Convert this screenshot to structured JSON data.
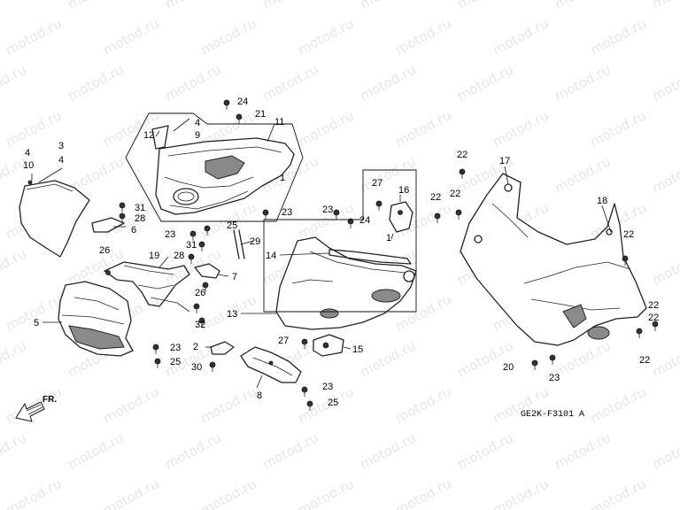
{
  "watermark": "motod.ru",
  "diagram_code": "GE2K-F3101 A",
  "front_arrow": "FR.",
  "callouts": {
    "c1": "1",
    "c2": "2",
    "c3": "3",
    "c4a": "4",
    "c4b": "4",
    "c4c": "4",
    "c5": "5",
    "c6": "6",
    "c7": "7",
    "c8": "8",
    "c9": "9",
    "c10": "10",
    "c11": "11",
    "c12": "12",
    "c13": "13",
    "c14": "14",
    "c15": "15",
    "c16": "16",
    "c17": "17",
    "c18": "18",
    "c19": "19",
    "c20": "20",
    "c21": "21",
    "c22a": "22",
    "c22b": "22",
    "c22c": "22",
    "c22d": "22",
    "c22e": "22",
    "c22f": "22",
    "c22g": "22",
    "c23a": "23",
    "c23b": "23",
    "c23c": "23",
    "c23d": "23",
    "c23e": "23",
    "c23f": "23",
    "c24a": "24",
    "c24b": "24",
    "c25a": "25",
    "c25b": "25",
    "c25c": "25",
    "c26a": "26",
    "c26b": "26",
    "c27a": "27",
    "c27b": "27",
    "c28a": "28",
    "c28b": "28",
    "c29": "29",
    "c30": "30",
    "c31a": "31",
    "c31b": "31",
    "c32": "32"
  }
}
